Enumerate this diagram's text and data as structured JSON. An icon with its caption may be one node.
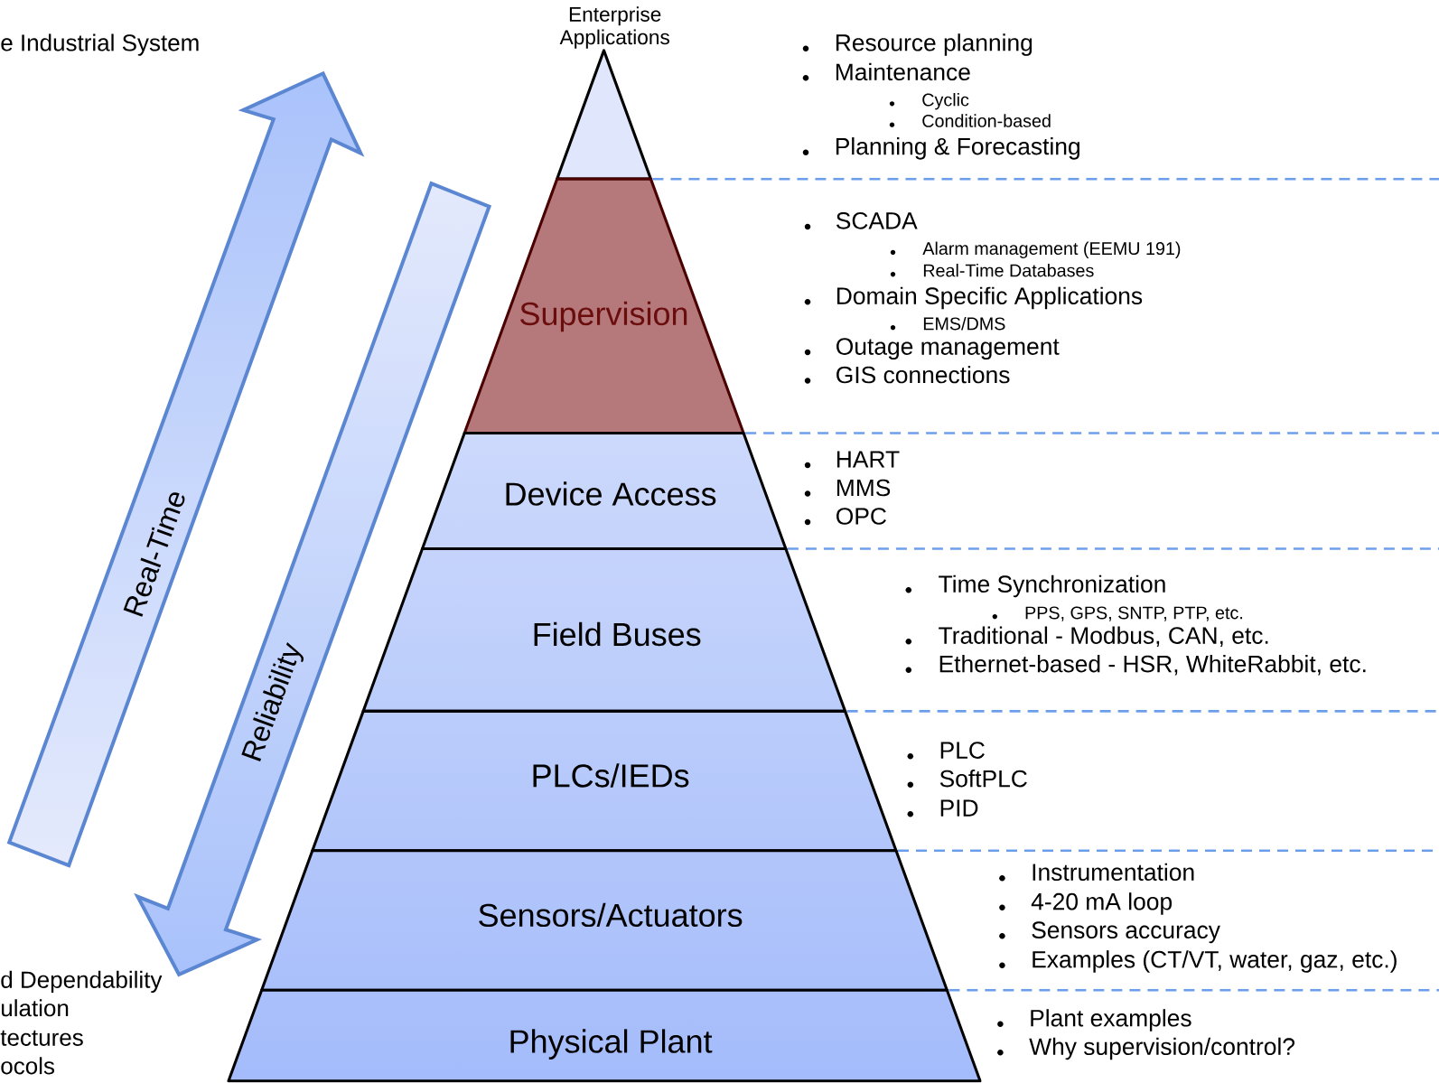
{
  "diagram": {
    "nodes": [
      {
        "text": [
          "Enterprise Applications"
        ],
        "beside": [
          "Resource planning",
          "Maintenance",
          "Cyclic",
          "Condition-based",
          "Planning & Forecasting"
        ]
      },
      {
        "text": [
          "Supervision"
        ],
        "beside": [
          "SCADA",
          "Alarm management (EEMU 191)",
          "Real-Time Databases",
          "Domain Specific Applications",
          "EMS/DMS",
          "Outage management",
          "GIS connections"
        ]
      },
      {
        "text": [
          "Device Access"
        ],
        "beside": [
          "HART",
          "MMS",
          "OPC"
        ]
      },
      {
        "text": [
          "Field Buses"
        ],
        "beside": [
          "Time Synchronization",
          "PPS, GPS, SNTP, PTP, etc.",
          "Traditional - Modbus, CAN, etc.",
          "Ethernet-based - HSR, WhiteRabbit, etc."
        ]
      },
      {
        "text": [
          "PLCs/IEDs"
        ],
        "beside": [
          "PLC",
          "SoftPLC",
          "PID"
        ]
      },
      {
        "text": [
          "Sensors/Actuators"
        ],
        "beside": [
          "Instrumentation",
          "4-20 mA loop",
          "Sensors accuracy",
          "Examples (CT/VT, water, gaz, etc.)"
        ]
      },
      {
        "text": [
          "Physical Plant"
        ],
        "beside": [
          "Plant examples",
          "Why supervision/control?"
        ]
      }
    ],
    "labels": [
      "e Industrial System",
      "Real-Time",
      "Reliability",
      "d Dependability",
      "ulation",
      "tectures",
      "ocols"
    ]
  }
}
